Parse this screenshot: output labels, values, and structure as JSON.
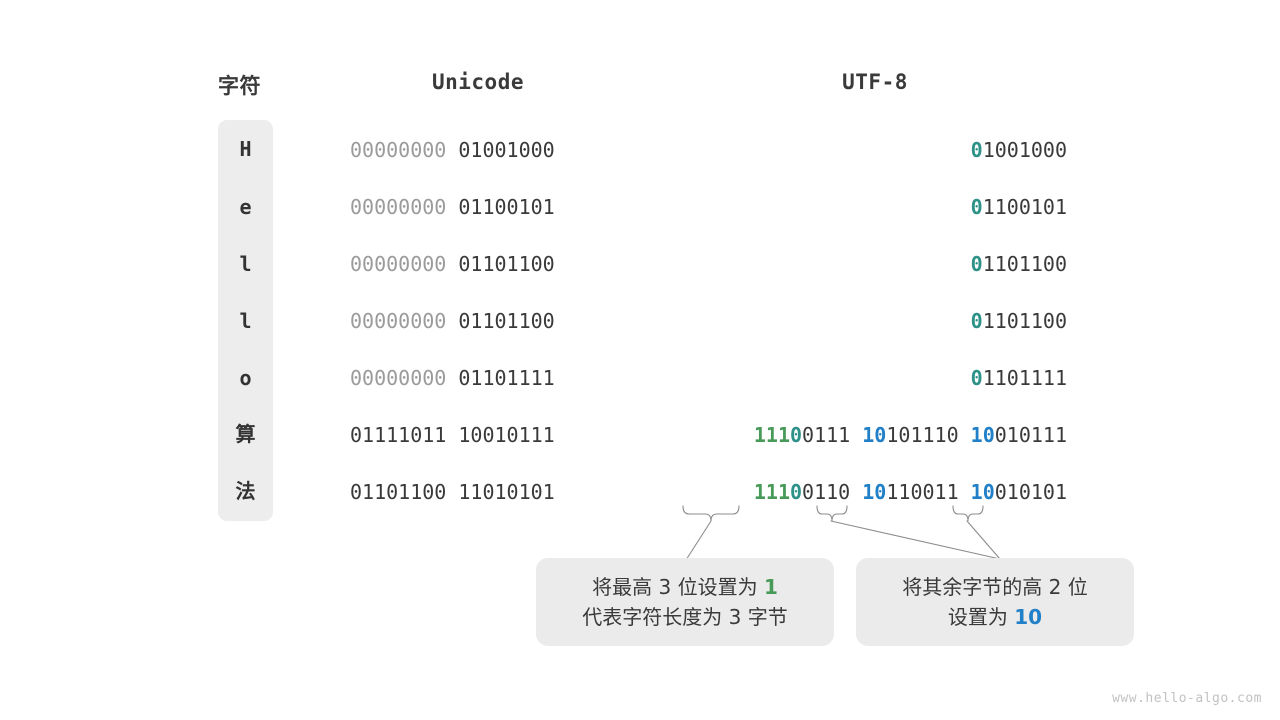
{
  "headers": {
    "character": "字符",
    "unicode": "Unicode",
    "utf8": "UTF-8"
  },
  "rows": [
    {
      "char": "H",
      "unicode_high": "00000000",
      "unicode_low": "01001000",
      "utf8_prefix": "0",
      "utf8_rest": "1001000",
      "prefix_kind": "teal"
    },
    {
      "char": "e",
      "unicode_high": "00000000",
      "unicode_low": "01100101",
      "utf8_prefix": "0",
      "utf8_rest": "1100101",
      "prefix_kind": "teal"
    },
    {
      "char": "l",
      "unicode_high": "00000000",
      "unicode_low": "01101100",
      "utf8_prefix": "0",
      "utf8_rest": "1101100",
      "prefix_kind": "teal"
    },
    {
      "char": "l",
      "unicode_high": "00000000",
      "unicode_low": "01101100",
      "utf8_prefix": "0",
      "utf8_rest": "1101100",
      "prefix_kind": "teal"
    },
    {
      "char": "o",
      "unicode_high": "00000000",
      "unicode_low": "01101111",
      "utf8_prefix": "0",
      "utf8_rest": "1101111",
      "prefix_kind": "teal"
    },
    {
      "char": "算",
      "unicode_high": "01111011",
      "unicode_low": "10010111",
      "utf8_bytes": [
        {
          "lead_green": "111",
          "lead_teal": "0",
          "rest": "0111"
        },
        {
          "lead_blue": "10",
          "rest": "101110"
        },
        {
          "lead_blue": "10",
          "rest": "010111"
        }
      ]
    },
    {
      "char": "法",
      "unicode_high": "01101100",
      "unicode_low": "11010101",
      "utf8_bytes": [
        {
          "lead_green": "111",
          "lead_teal": "0",
          "rest": "0110"
        },
        {
          "lead_blue": "10",
          "rest": "110011"
        },
        {
          "lead_blue": "10",
          "rest": "010101"
        }
      ]
    }
  ],
  "callouts": [
    {
      "id": "length-prefix",
      "line1_before": "将最高 3 位设置为 ",
      "line1_accent": "1",
      "line1_after": "",
      "line2": "代表字符长度为 3 字节"
    },
    {
      "id": "continuation-prefix",
      "line1": "将其余字节的高 2 位",
      "line2_before": "设置为 ",
      "line2_accent": "10",
      "line2_after": ""
    }
  ],
  "watermark": "www.hello-algo.com",
  "colors": {
    "teal": "#2e9289",
    "green": "#479a58",
    "blue": "#2180c7",
    "dim": "#9b9b9b",
    "text": "#3a3a3a",
    "chip_bg": "#ededed",
    "callout_bg": "#ebebeb",
    "leader": "#8c8c8c",
    "background": "#ffffff"
  }
}
